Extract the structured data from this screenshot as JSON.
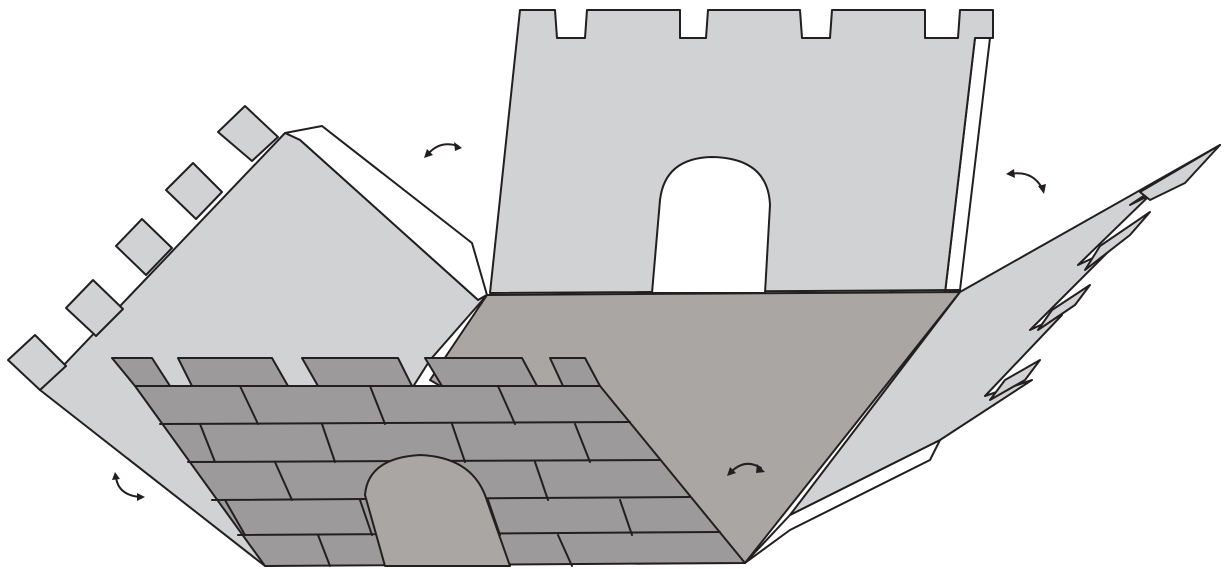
{
  "colors": {
    "outline": "#231f20",
    "wall": "#d1d2d3",
    "floor": "#a9a6a4",
    "brick": "#9c9a9a",
    "brick_dark": "#8d8b8b",
    "tab_inner": "#ffffff",
    "doorway_open": "#ffffff",
    "doorway_closed": "#a9a6a4"
  },
  "parts": {
    "floor": "floor-panel",
    "back_wall": "back-wall-panel",
    "left_wall": "left-wall-panel",
    "right_wall": "right-wall-panel",
    "front_wall": "front-wall-panel"
  },
  "fold_arrows": [
    {
      "icon": "fold-arrow-icon",
      "direction": "curved-double-headed"
    },
    {
      "icon": "fold-arrow-icon",
      "direction": "curved-double-headed"
    },
    {
      "icon": "fold-arrow-icon",
      "direction": "curved-double-headed"
    },
    {
      "icon": "fold-arrow-icon",
      "direction": "curved-double-headed"
    }
  ]
}
